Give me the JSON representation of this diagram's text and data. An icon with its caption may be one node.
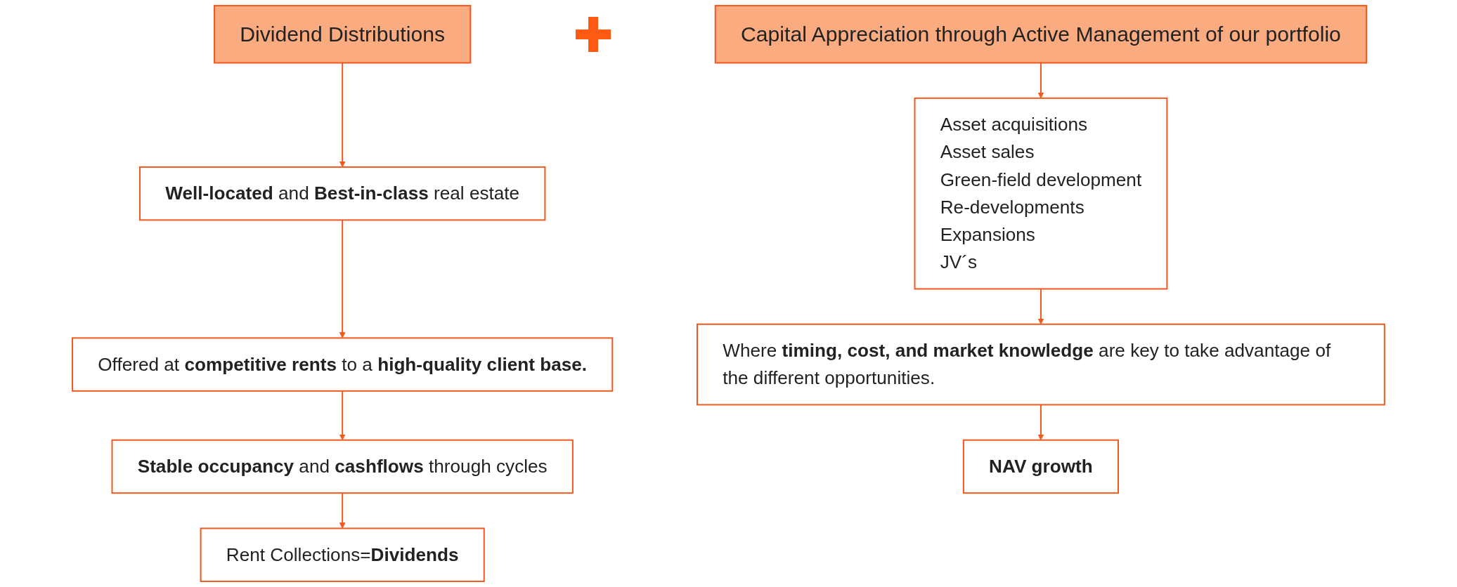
{
  "diagram": {
    "nodes": [
      {
        "text": [
          "Dividend Distributions"
        ]
      },
      {
        "text": [
          "**Well-located** and **Best-in-class** real estate"
        ]
      },
      {
        "text": [
          "Offered at **competitive rents** to a **high-quality client base.**"
        ]
      },
      {
        "text": [
          "**Stable occupancy** and **cashflows** through cycles"
        ]
      },
      {
        "text": [
          "Rent Collections=**Dividends**"
        ]
      },
      {
        "text": [
          "Capital Appreciation through Active Management of our portfolio"
        ]
      },
      {
        "text": [
          "Asset acquisitions",
          "Asset sales",
          "Green-field development",
          "Re-developments",
          "Expansions",
          "JV´s"
        ]
      },
      {
        "text": [
          "Where **timing, cost, and market knowledge** are key to take advantage of the different opportunities."
        ]
      },
      {
        "text": [
          "NAV growth"
        ]
      }
    ],
    "edges": [
      {
        "from": 0,
        "to": 1,
        "arrow": "to"
      },
      {
        "from": 1,
        "to": 2,
        "arrow": "to"
      },
      {
        "from": 2,
        "to": 3,
        "arrow": "to"
      },
      {
        "from": 3,
        "to": 4,
        "arrow": "to"
      },
      {
        "from": 5,
        "to": 6,
        "arrow": "to"
      },
      {
        "from": 6,
        "to": 7,
        "arrow": "to"
      },
      {
        "from": 7,
        "to": 8,
        "arrow": "to"
      }
    ]
  }
}
